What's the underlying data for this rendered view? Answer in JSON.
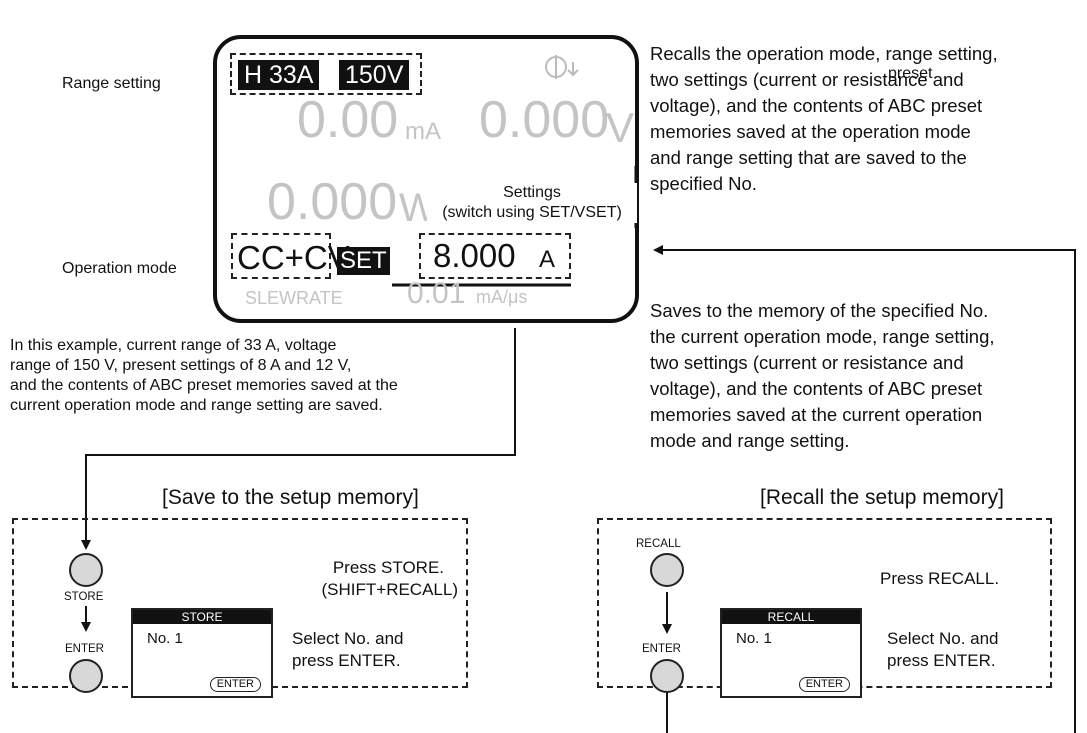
{
  "top_right_word": "preset",
  "labels": {
    "range_setting": "Range setting",
    "operation_mode": "Operation mode"
  },
  "display": {
    "range_current": "H 33A",
    "range_voltage": "150V",
    "current_value": "0.00",
    "current_unit": "mA",
    "voltage_value": "0.000",
    "voltage_unit": "V",
    "power_value": "0.000",
    "power_unit": "W",
    "mode": "CC+CV",
    "set_badge": "SET",
    "setting_value": "8.000",
    "setting_unit": "A",
    "slewrate_label": "SLEWRATE",
    "slewrate_value": "0.01",
    "slewrate_unit": "mA/μs"
  },
  "settings_note": {
    "line1": "Settings",
    "line2": "(switch using SET/VSET)"
  },
  "recall_desc": [
    "Recalls the operation mode, range setting,",
    "two settings (current or resistance and",
    "voltage), and the contents of ABC preset",
    "memories saved at the operation mode",
    "and range setting that are saved to the",
    "specified No."
  ],
  "save_desc": [
    "Saves to the memory of the specified No.",
    "the current operation mode, range setting,",
    "two settings (current or resistance and",
    "voltage), and the contents of ABC preset",
    "memories saved at the current operation",
    "mode and range setting."
  ],
  "example": [
    "In this example, current range of 33 A, voltage",
    "range of 150 V, present settings of 8 A and 12 V,",
    "and the contents of ABC preset memories saved at the",
    "current operation mode and range setting are saved."
  ],
  "save_panel": {
    "title": "[Save to the setup memory]",
    "button1": "STORE",
    "button2": "ENTER",
    "step1_line1": "Press STORE.",
    "step1_line2": "(SHIFT+RECALL)",
    "step2_line1": "Select No. and",
    "step2_line2": "press ENTER.",
    "screen_title": "STORE",
    "screen_no": "No. 1",
    "screen_enter": "ENTER"
  },
  "recall_panel": {
    "title": "[Recall the setup memory]",
    "button1": "RECALL",
    "button2": "ENTER",
    "step1": "Press RECALL.",
    "step2_line1": "Select No. and",
    "step2_line2": "press ENTER.",
    "screen_title": "RECALL",
    "screen_no": "No. 1",
    "screen_enter": "ENTER"
  }
}
